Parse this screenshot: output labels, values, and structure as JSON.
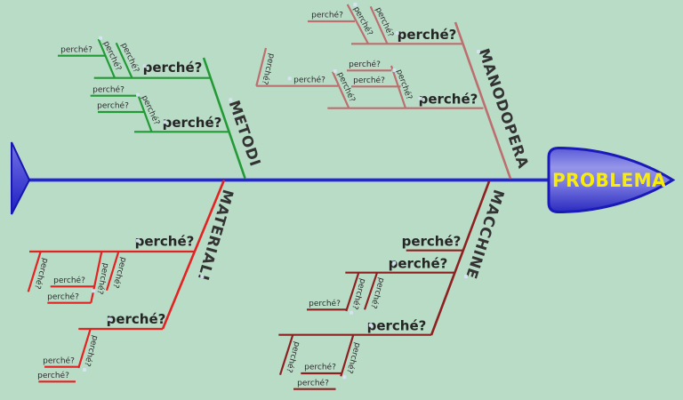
{
  "problem_label": "PROBLEMA",
  "why_label": "perché?",
  "colors": {
    "background": "#b9dcc7",
    "spine": "#2424d8",
    "head_border": "#1a1ab8",
    "head_fill": "#5b5bd8",
    "head_text": "#f8ec0a",
    "label_text": "#2d2d2d",
    "dot": "#d7e3f4"
  },
  "branches": [
    {
      "name": "METODI",
      "color": "#229a35",
      "big_whys": [
        "perché?",
        "perché?"
      ],
      "small_whys": [
        "perché?",
        "perché?",
        "perché?",
        "perché?",
        "perché?",
        "perché?"
      ]
    },
    {
      "name": "MANODOPERA",
      "color": "#bd6e6e",
      "big_whys": [
        "perché?",
        "perché?"
      ],
      "small_whys": [
        "perché?",
        "perché?",
        "perché?",
        "perché?",
        "perché?",
        "perché?",
        "perché?",
        "perché?",
        "perché?"
      ]
    },
    {
      "name": "MATERIALI",
      "color": "#e32222",
      "big_whys": [
        "perché?",
        "perché?"
      ],
      "small_whys": [
        "perché?",
        "perché?",
        "perché?",
        "perché?",
        "perché?",
        "perché?",
        "perché?",
        "perché?"
      ]
    },
    {
      "name": "MACCHINE",
      "color": "#8e2020",
      "big_whys": [
        "perché?",
        "perché?",
        "perché?"
      ],
      "small_whys": [
        "perché?",
        "perché?",
        "perché?",
        "perché?",
        "perché?",
        "perché?",
        "perché?"
      ]
    }
  ]
}
